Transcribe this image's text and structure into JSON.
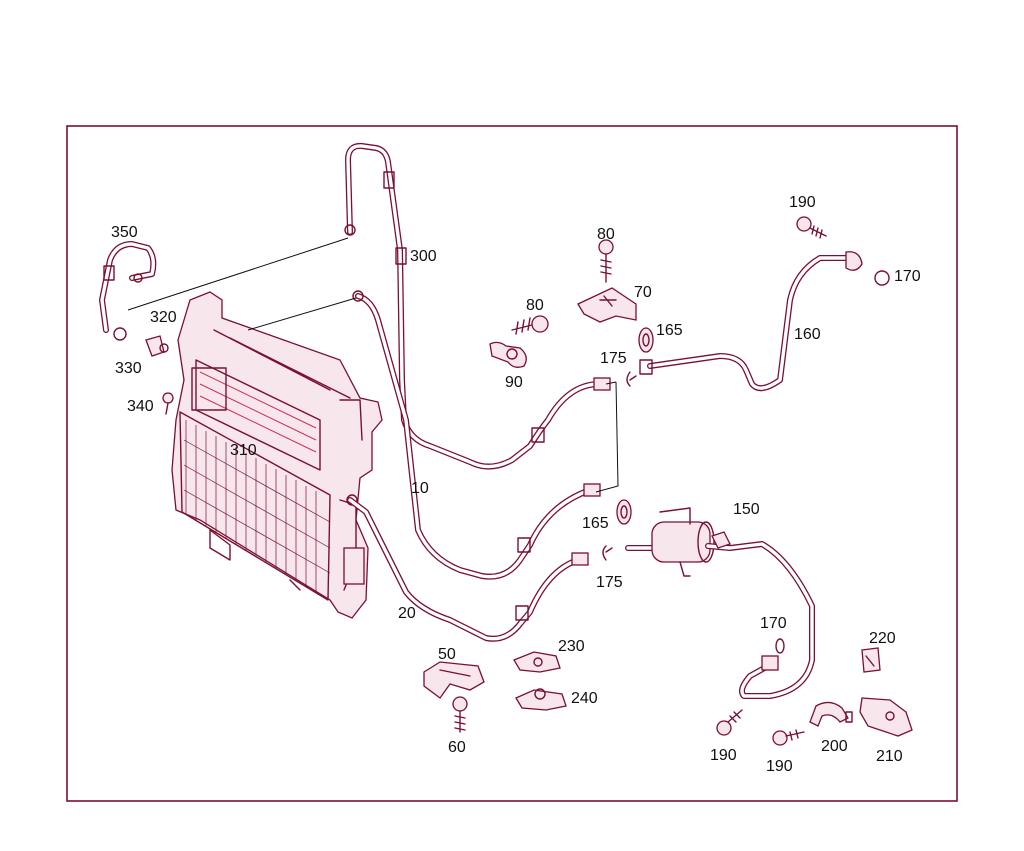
{
  "callouts": [
    {
      "id": "c10",
      "text": "10"
    },
    {
      "id": "c20",
      "text": "20"
    },
    {
      "id": "c50",
      "text": "50"
    },
    {
      "id": "c60",
      "text": "60"
    },
    {
      "id": "c70",
      "text": "70"
    },
    {
      "id": "c80a",
      "text": "80"
    },
    {
      "id": "c80b",
      "text": "80"
    },
    {
      "id": "c90",
      "text": "90"
    },
    {
      "id": "c150",
      "text": "150"
    },
    {
      "id": "c160",
      "text": "160"
    },
    {
      "id": "c165a",
      "text": "165"
    },
    {
      "id": "c165b",
      "text": "165"
    },
    {
      "id": "c170a",
      "text": "170"
    },
    {
      "id": "c170b",
      "text": "170"
    },
    {
      "id": "c175a",
      "text": "175"
    },
    {
      "id": "c175b",
      "text": "175"
    },
    {
      "id": "c190a",
      "text": "190"
    },
    {
      "id": "c190b",
      "text": "190"
    },
    {
      "id": "c190c",
      "text": "190"
    },
    {
      "id": "c200",
      "text": "200"
    },
    {
      "id": "c210",
      "text": "210"
    },
    {
      "id": "c220",
      "text": "220"
    },
    {
      "id": "c230",
      "text": "230"
    },
    {
      "id": "c240",
      "text": "240"
    },
    {
      "id": "c300",
      "text": "300"
    },
    {
      "id": "c310",
      "text": "310"
    },
    {
      "id": "c320",
      "text": "320"
    },
    {
      "id": "c330",
      "text": "330"
    },
    {
      "id": "c340",
      "text": "340"
    },
    {
      "id": "c350",
      "text": "350"
    }
  ],
  "colors": {
    "line": "#7a1030",
    "accent": "#d0305a",
    "label": "#111111"
  }
}
